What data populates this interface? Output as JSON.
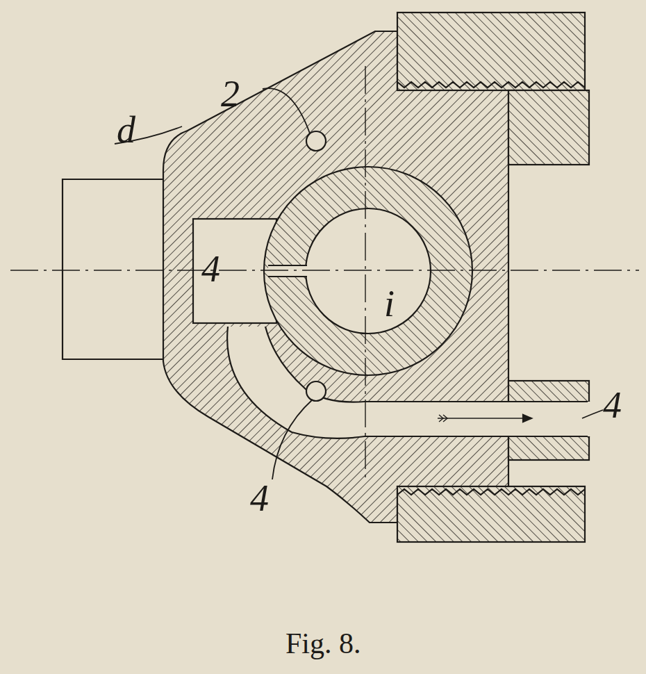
{
  "diagram": {
    "caption": "Fig. 8.",
    "labels": [
      "2",
      "d",
      "4",
      "i",
      "4",
      "4"
    ]
  }
}
